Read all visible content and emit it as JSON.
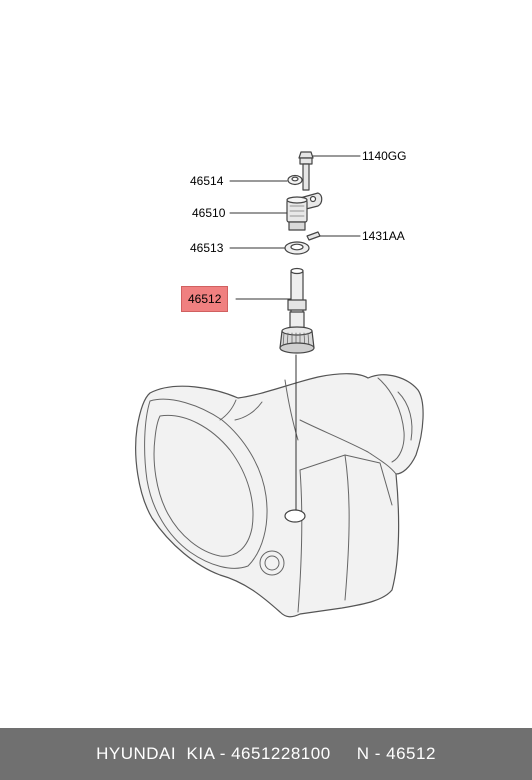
{
  "callouts": {
    "p1140gg": "1140GG",
    "p46514": "46514",
    "p46510": "46510",
    "p46513": "46513",
    "p1431aa": "1431AA",
    "p46512": "46512"
  },
  "highlight_color": "#f08080",
  "footer": {
    "text": "HYUNDAI  KIA - 4651228100     N - 46512",
    "background": "#707070"
  }
}
